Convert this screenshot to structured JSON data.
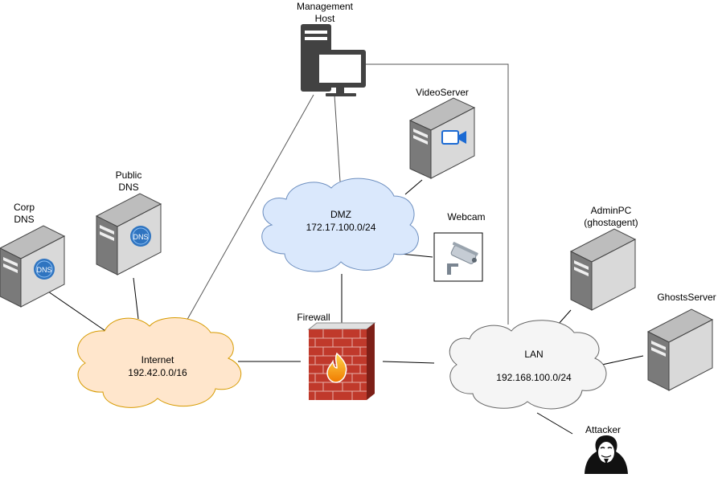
{
  "nodes": {
    "management_host": {
      "label_line1": "Management",
      "label_line2": "Host"
    },
    "video_server": {
      "label": "VideoServer"
    },
    "public_dns": {
      "label_line1": "Public",
      "label_line2": "DNS",
      "badge": "DNS"
    },
    "corp_dns": {
      "label_line1": "Corp",
      "label_line2": "DNS",
      "badge": "DNS"
    },
    "webcam": {
      "label": "Webcam"
    },
    "admin_pc": {
      "label_line1": "AdminPC",
      "label_line2": "(ghostagent)"
    },
    "ghosts_server": {
      "label": "GhostsServer"
    },
    "firewall": {
      "label": "Firewall"
    },
    "attacker": {
      "label": "Attacker"
    }
  },
  "networks": {
    "dmz": {
      "name": "DMZ",
      "cidr": "172.17.100.0/24",
      "fill": "#dae8fc",
      "stroke": "#6c8ebf"
    },
    "internet": {
      "name": "Internet",
      "cidr": "192.42.0.0/16",
      "fill": "#ffe6cc",
      "stroke": "#d79b00"
    },
    "lan": {
      "name": "LAN",
      "cidr": "192.168.100.0/24",
      "fill": "#f5f5f5",
      "stroke": "#666666"
    }
  },
  "colors": {
    "server_front": "#d9d9d9",
    "server_side": "#7a7a7a",
    "server_top": "#bdbdbd",
    "dns_badge": "#2f74c0",
    "video_badge": "#1b6ad3",
    "firewall_brick": "#c0392b",
    "link": "#000000"
  }
}
